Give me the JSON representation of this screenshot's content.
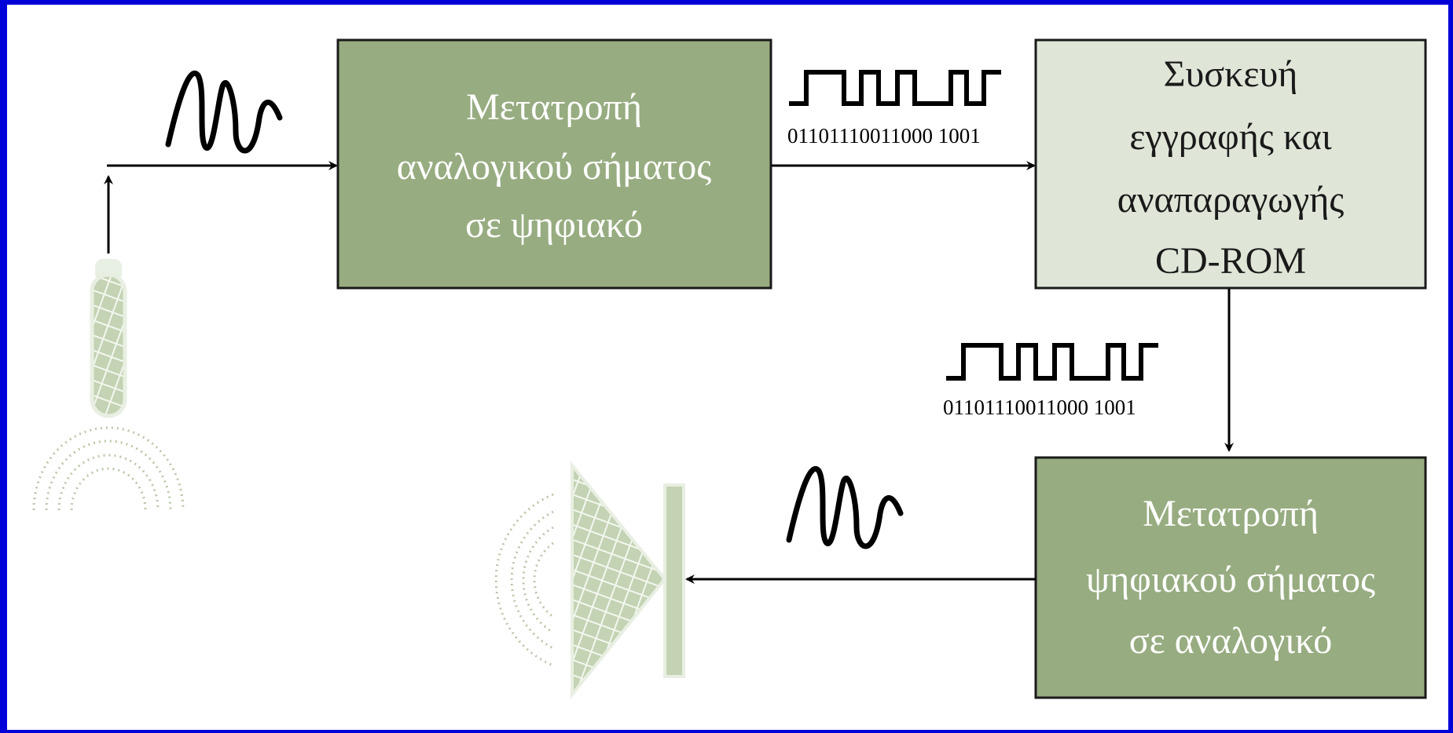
{
  "colors": {
    "frame": "#0000d8",
    "converter_fill": "#97ac80",
    "device_fill": "#dfe6d8",
    "wave": "#000000",
    "pattern_green": "#c9d8bb"
  },
  "icons": {
    "source": "microphone-icon",
    "output": "speaker-icon"
  },
  "blocks": {
    "adc": {
      "lines": [
        "Μετατροπή",
        "αναλογικού σήματος",
        "σε ψηφιακό"
      ]
    },
    "device": {
      "lines": [
        "Συσκευή",
        "εγγραφής και",
        "αναπαραγωγής",
        "CD-ROM"
      ]
    },
    "dac": {
      "lines": [
        "Μετατροπή",
        "ψηφιακού σήματος",
        "σε αναλογικό"
      ]
    }
  },
  "signals": {
    "digital_top": "01101110011000 1001",
    "digital_right": "01101110011000 1001"
  }
}
